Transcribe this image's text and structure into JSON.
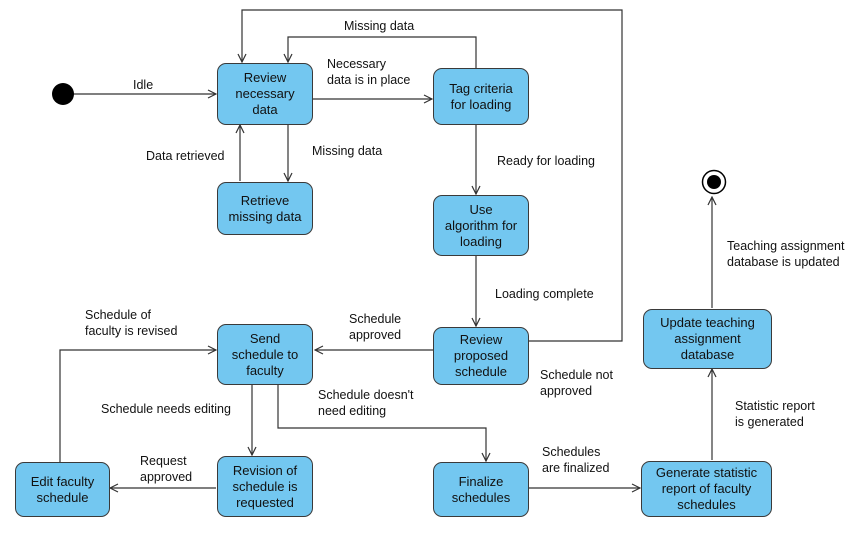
{
  "states": {
    "review_necessary_data": "Review\nnecessary\ndata",
    "tag_criteria": "Tag criteria\nfor loading",
    "retrieve_missing_data": "Retrieve\nmissing data",
    "use_algorithm": "Use\nalgorithm for\nloading",
    "review_proposed_schedule": "Review\nproposed\nschedule",
    "send_schedule": "Send\nschedule to\nfaculty",
    "edit_faculty_schedule": "Edit faculty\nschedule",
    "revision_requested": "Revision of\nschedule is\nrequested",
    "finalize_schedules": "Finalize\nschedules",
    "generate_report": "Generate statistic\nreport of faculty\nschedules",
    "update_database": "Update teaching\nassignment\ndatabase"
  },
  "transitions": {
    "idle": "Idle",
    "missing_data_top": "Missing data",
    "necessary_in_place": "Necessary\ndata is in place",
    "data_retrieved": "Data retrieved",
    "missing_data_down": "Missing data",
    "ready_for_loading": "Ready for loading",
    "loading_complete": "Loading complete",
    "schedule_approved": "Schedule\napproved",
    "schedule_not_approved": "Schedule not\napproved",
    "schedule_of_faculty_revised": "Schedule of\nfaculty is revised",
    "schedule_needs_editing": "Schedule needs editing",
    "schedule_doesnt_need_editing": "Schedule doesn't\nneed editing",
    "request_approved": "Request\napproved",
    "schedules_finalized": "Schedules\nare finalized",
    "statistic_report_generated": "Statistic report\nis generated",
    "database_updated": "Teaching assignment\ndatabase is updated"
  },
  "colors": {
    "state_fill": "#73c7f0",
    "state_border": "#3a3a3a",
    "line": "#333333"
  }
}
